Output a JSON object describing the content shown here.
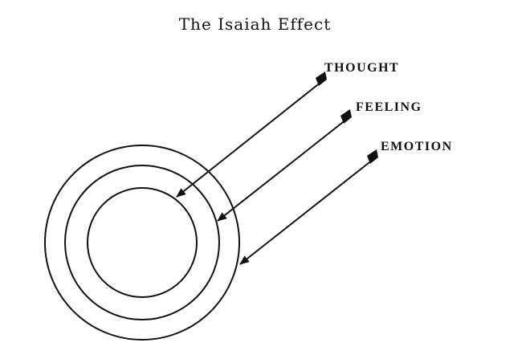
{
  "diagram": {
    "title": "The Isaiah Effect",
    "labels": {
      "thought": "THOUGHT",
      "feeling": "FEELING",
      "emotion": "EMOTION"
    },
    "stroke_color": "#111111",
    "background_color": "#ffffff"
  }
}
